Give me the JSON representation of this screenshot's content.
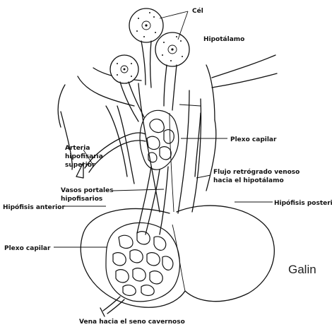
{
  "labels": {
    "cel": "Cél",
    "hipotalamo": "Hipotálamo",
    "plexo_capilar_top": "Plexo capilar",
    "arteria_line1": "Arteria",
    "arteria_line2": "hipofisaria",
    "arteria_line3": "superior",
    "flujo_line1": "Flujo retrógrado venoso",
    "flujo_line2": "hacia el hipotálamo",
    "vasos_line1": "Vasos portales",
    "vasos_line2": "hipofisarios",
    "hipofisis_anterior": "Hipófisis anterior",
    "hipofisis_posterior": "Hipófisis posterior",
    "plexo_capilar_bottom": "Plexo capilar",
    "vena": "Vena hacia el seno cavernoso",
    "caption_fragment": "Galin"
  }
}
